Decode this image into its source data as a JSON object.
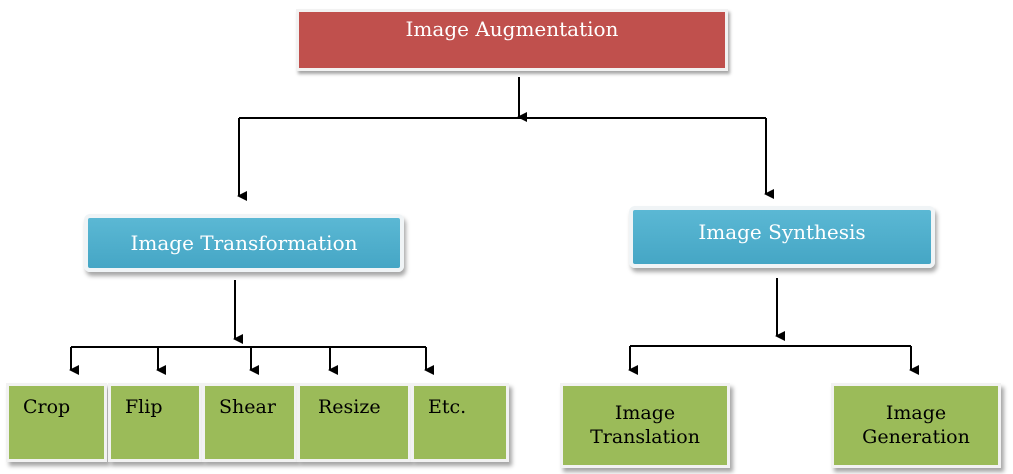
{
  "root": {
    "label": "Image Augmentation"
  },
  "branches": [
    {
      "label": "Image Transformation",
      "children": [
        "Crop",
        "Flip",
        "Shear",
        "Resize",
        "Etc."
      ]
    },
    {
      "label": "Image Synthesis",
      "children": [
        "Image Translation",
        "Image Generation"
      ]
    }
  ],
  "colors": {
    "root": "#c0504d",
    "branch": "#4bacc6",
    "leaf": "#9bbb59"
  }
}
